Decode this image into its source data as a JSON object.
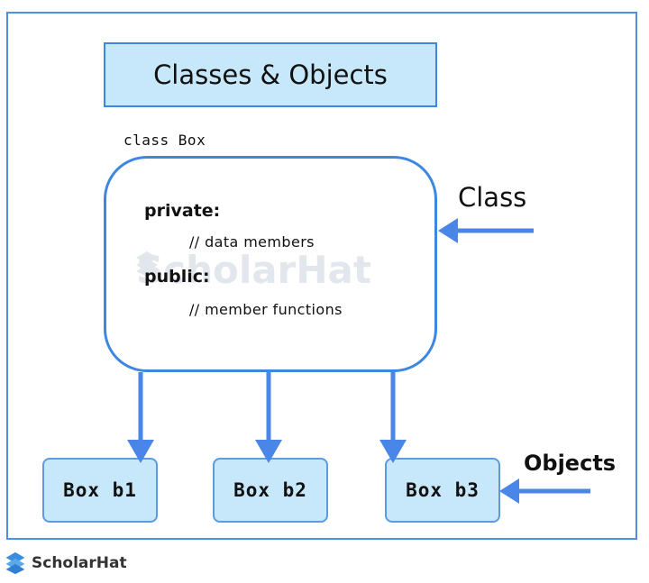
{
  "title": "Classes & Objects",
  "class_caption": "class Box",
  "class_body": {
    "private_kw": "private:",
    "private_comment": "// data members",
    "public_kw": "public:",
    "public_comment": "// member functions"
  },
  "watermark": "ScholarHat",
  "objects": [
    "Box b1",
    "Box b2",
    "Box b3"
  ],
  "labels": {
    "class": "Class",
    "objects": "Objects"
  },
  "brand": "ScholarHat",
  "colors": {
    "accent": "#3d87e0",
    "box_fill": "#c7e8fb",
    "arrow": "#4a86e8"
  }
}
